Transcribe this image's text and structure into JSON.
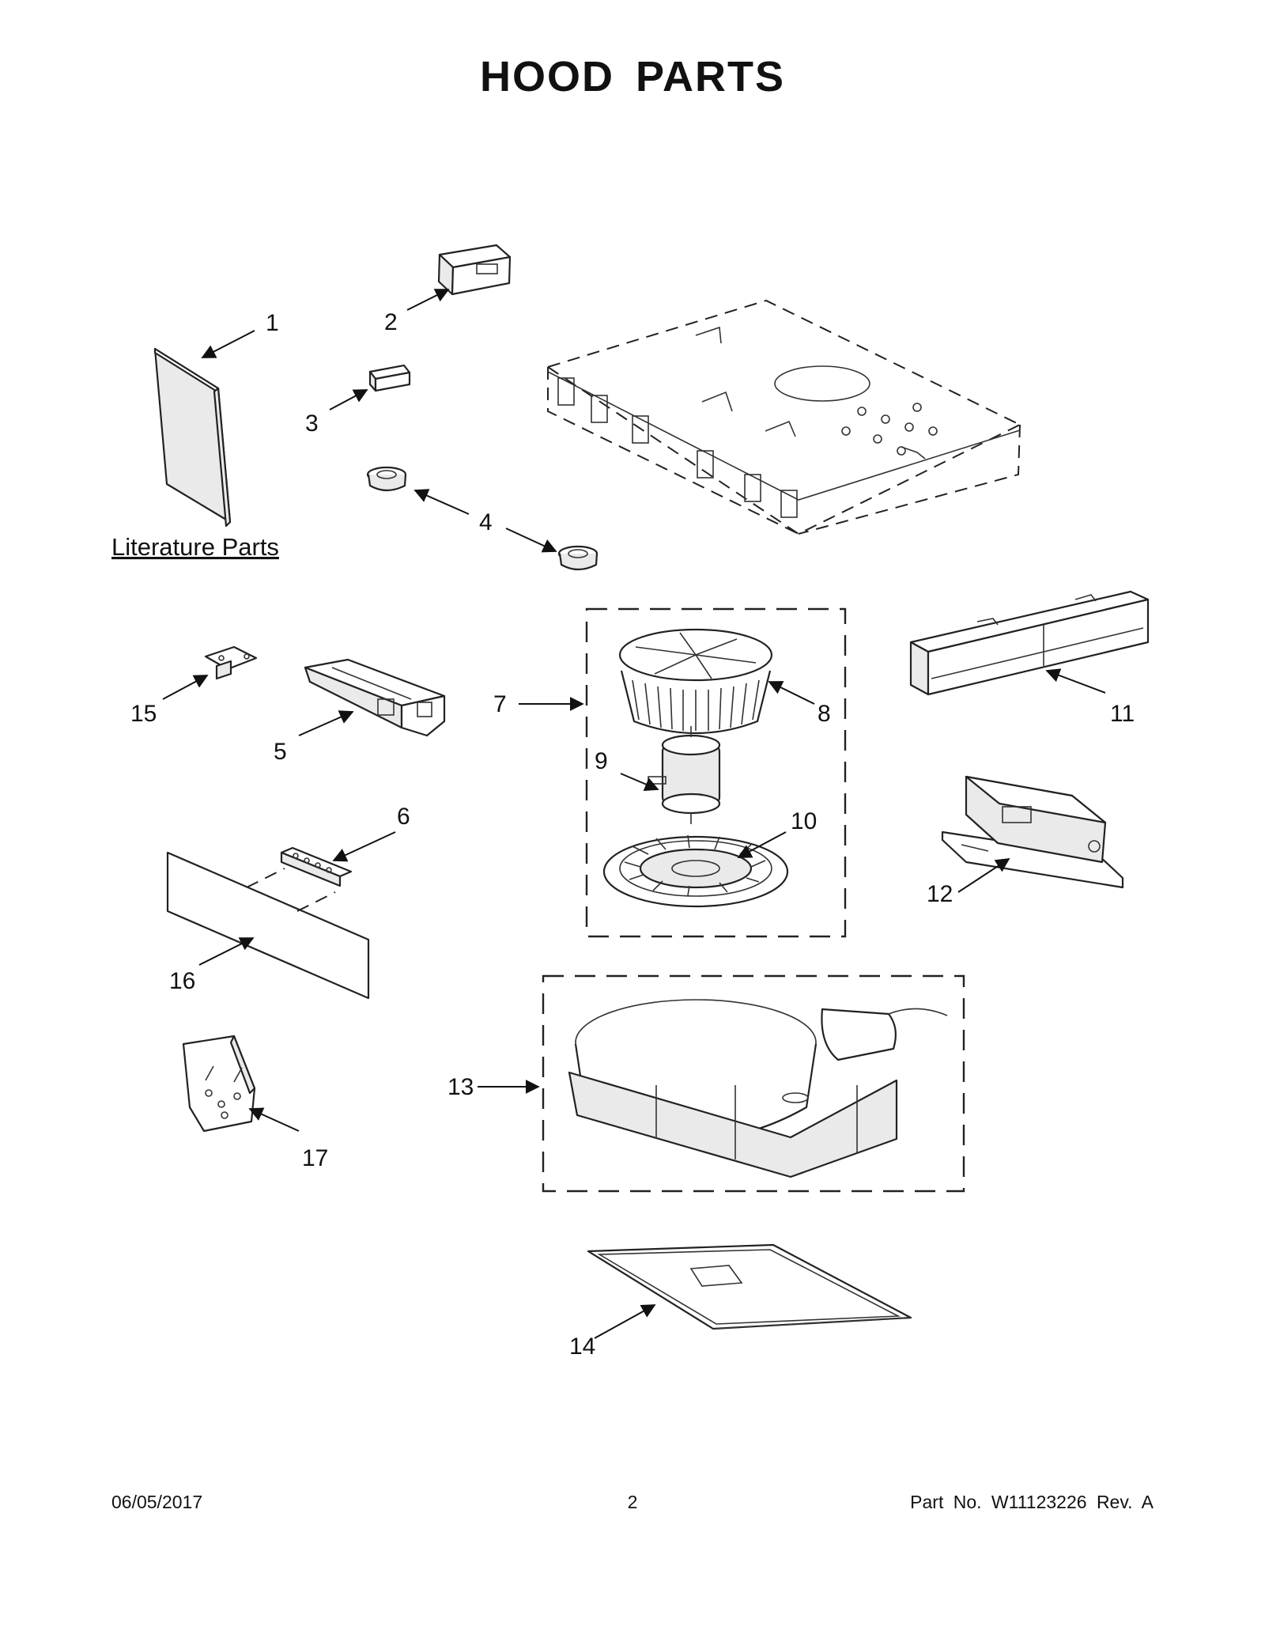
{
  "title": "HOOD PARTS",
  "literature_label": "Literature Parts",
  "callouts": [
    "1",
    "2",
    "3",
    "4",
    "5",
    "6",
    "7",
    "8",
    "9",
    "10",
    "11",
    "12",
    "13",
    "14",
    "15",
    "16",
    "17"
  ],
  "footer": {
    "date": "06/05/2017",
    "page": "2",
    "part_no": "Part No.  W11123226  Rev.  A"
  }
}
